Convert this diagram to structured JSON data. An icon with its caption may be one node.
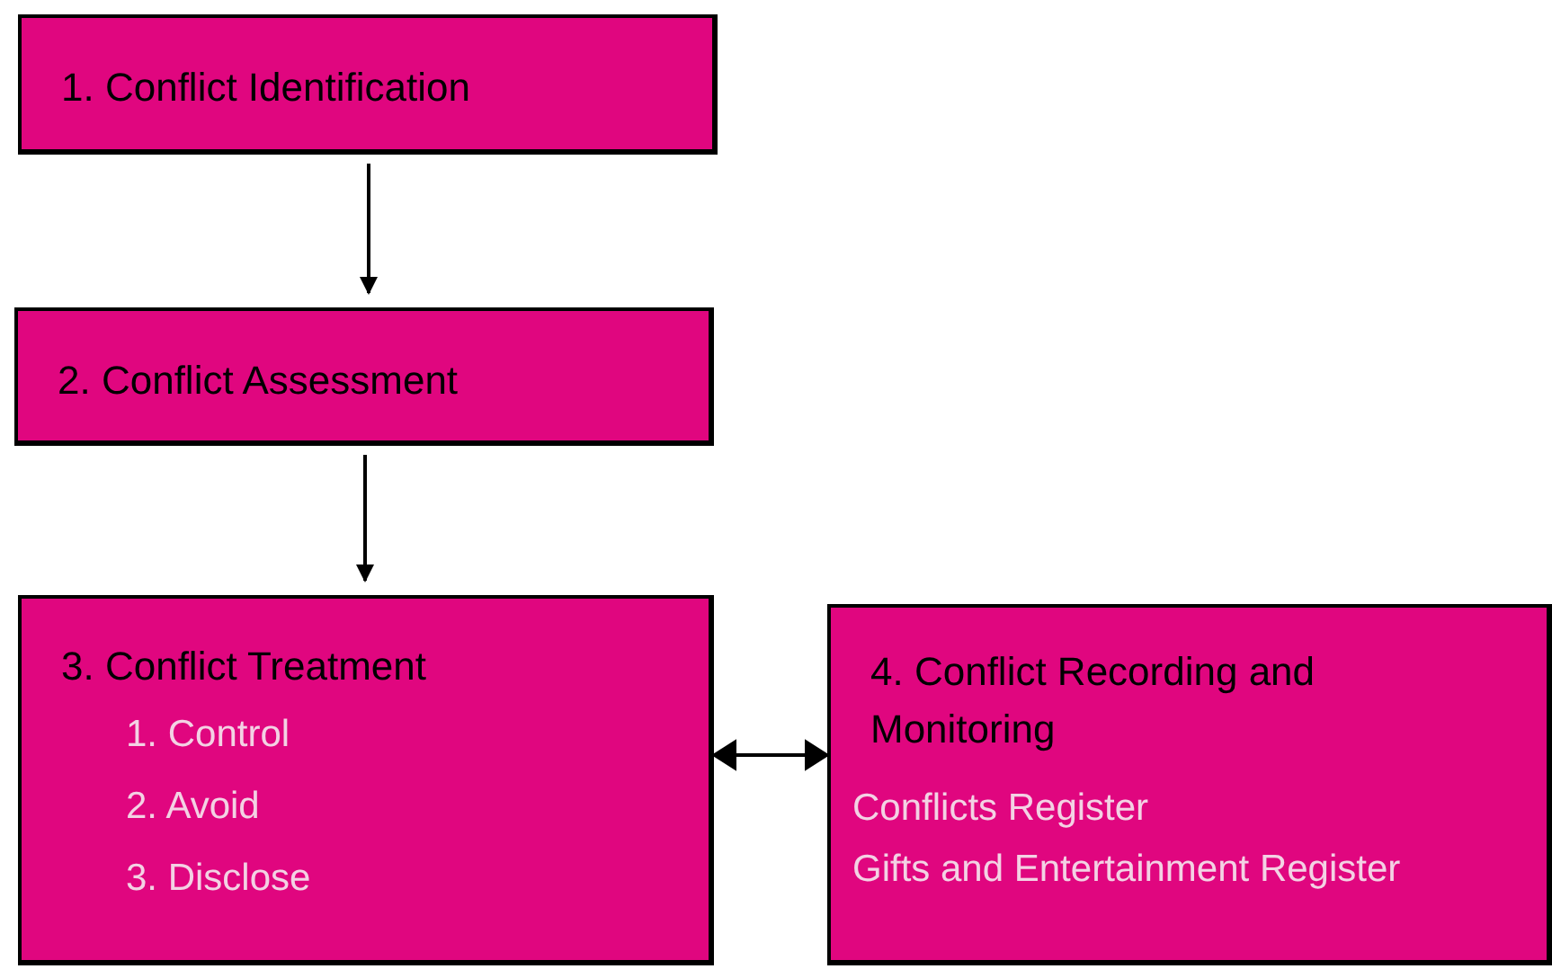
{
  "diagram": {
    "nodes": [
      {
        "text": [
          "1. Conflict Identification"
        ]
      },
      {
        "text": [
          "2. Conflict Assessment"
        ]
      },
      {
        "text": [
          "3. Conflict Treatment",
          "1. Control",
          "2. Avoid",
          "3. Disclose"
        ]
      },
      {
        "text": [
          "4. Conflict Recording and Monitoring",
          "Conflicts Register",
          "Gifts and Entertainment Register"
        ]
      }
    ],
    "edges": [
      {
        "from": 0,
        "to": 1,
        "arrow": "to"
      },
      {
        "from": 1,
        "to": 2,
        "arrow": "to"
      },
      {
        "from": 2,
        "to": 3,
        "arrow": "both"
      }
    ]
  }
}
